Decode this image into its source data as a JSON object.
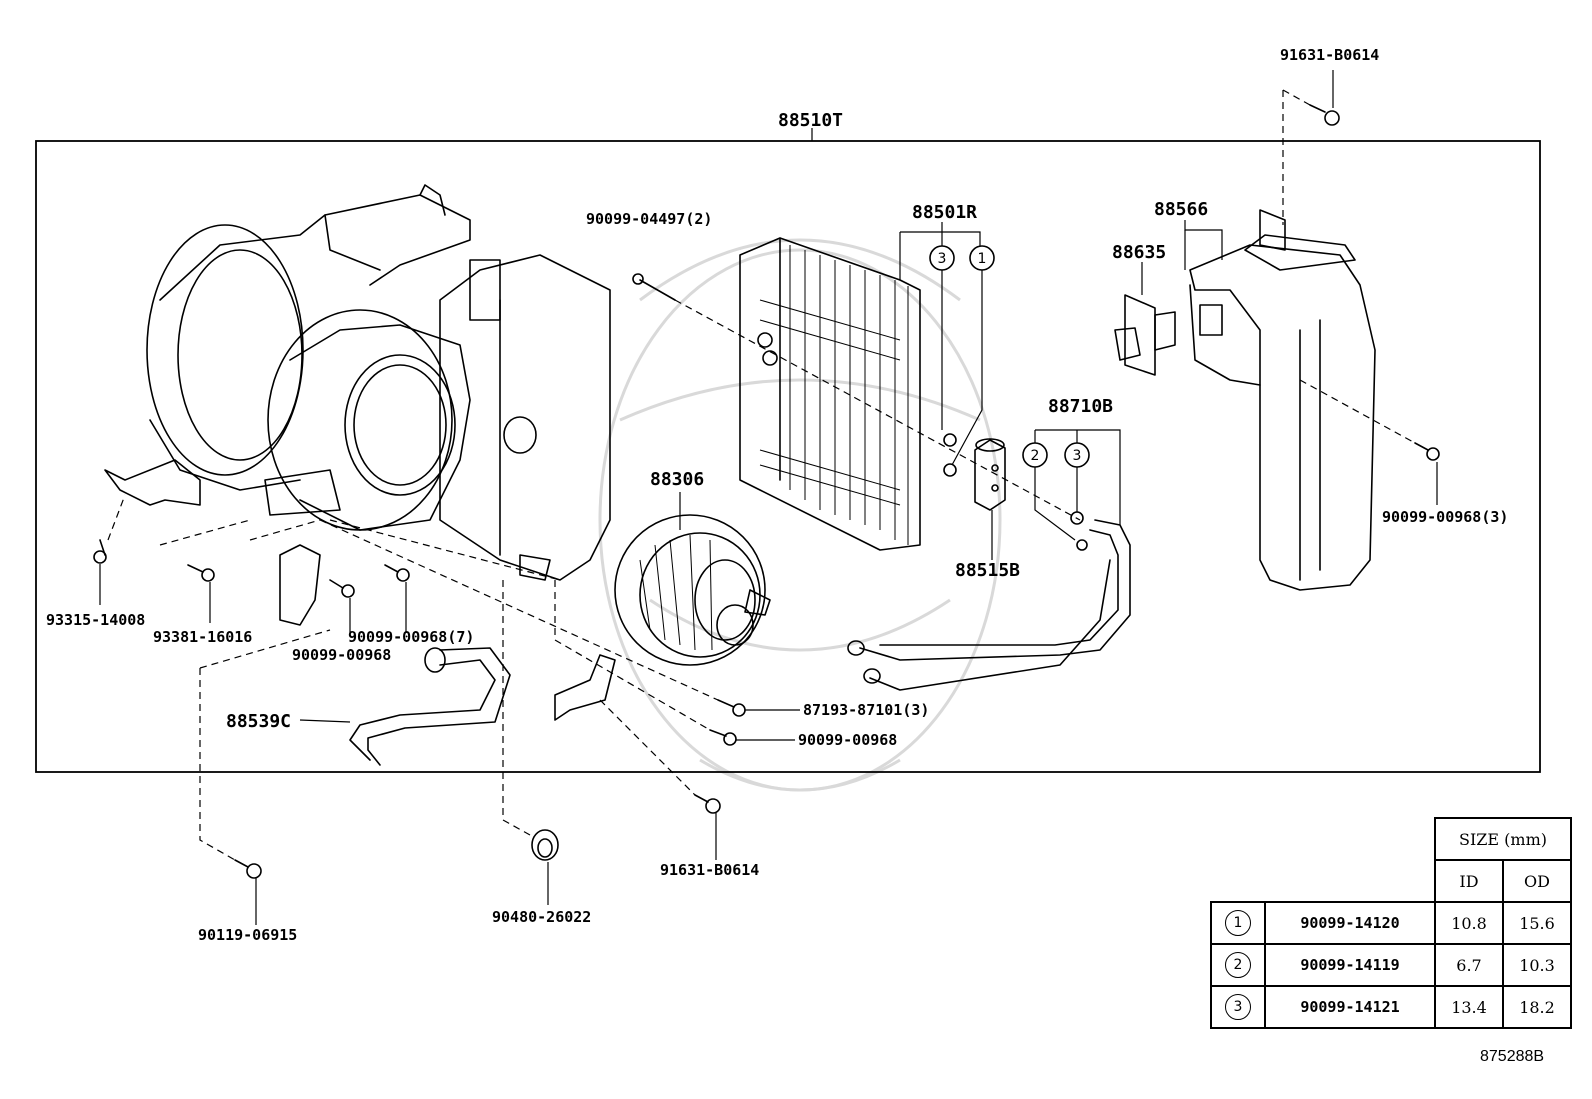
{
  "callouts": {
    "p91631_top": "91631-B0614",
    "p88510T": "88510T",
    "p90099_04497": "90099-04497(2)",
    "p88501R": "88501R",
    "p88566": "88566",
    "p88635": "88635",
    "p88710B": "88710B",
    "p88306": "88306",
    "p88515B": "88515B",
    "p90099_00968_3": "90099-00968(3)",
    "p93315_14008": "93315-14008",
    "p93381_16016": "93381-16016",
    "p90099_00968_7": "90099-00968(7)",
    "p90099_00968_a": "90099-00968",
    "p88539C": "88539C",
    "p87193_87101": "87193-87101(3)",
    "p90099_00968_b": "90099-00968",
    "p91631_bot": "91631-B0614",
    "p90119_06915": "90119-06915",
    "p90480_26022": "90480-26022"
  },
  "circle_refs": {
    "c3_evap": "3",
    "c1_evap": "1",
    "c2_pipe": "2",
    "c3_pipe": "3"
  },
  "size_table": {
    "header": "SIZE (mm)",
    "col_id": "ID",
    "col_od": "OD",
    "rows": [
      {
        "ref": "1",
        "part": "90099-14120",
        "id": "10.8",
        "od": "15.6"
      },
      {
        "ref": "2",
        "part": "90099-14119",
        "id": "6.7",
        "od": "10.3"
      },
      {
        "ref": "3",
        "part": "90099-14121",
        "id": "13.4",
        "od": "18.2"
      }
    ]
  },
  "diagram_id": "875288B"
}
